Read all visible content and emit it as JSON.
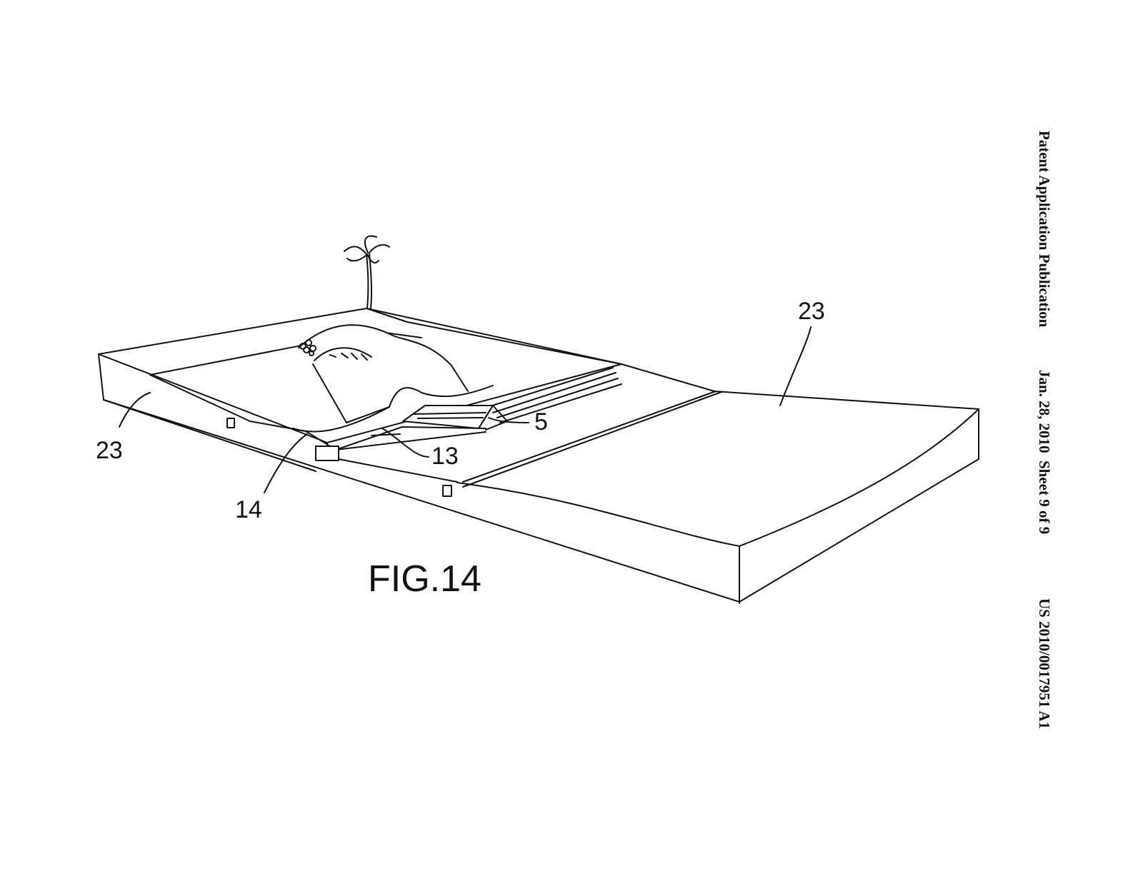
{
  "header": {
    "title": "Patent Application Publication",
    "date": "Jan. 28, 2010",
    "sheet": "Sheet 9 of 9",
    "number": "US 2010/0017951 A1"
  },
  "figure": {
    "label": "FIG.14",
    "reference_numerals": {
      "pool_left": "23",
      "pool_right": "23",
      "wave_unit": "5",
      "ramp": "13",
      "surface": "14"
    }
  },
  "colors": {
    "line": "#111111",
    "paper": "#ffffff"
  }
}
